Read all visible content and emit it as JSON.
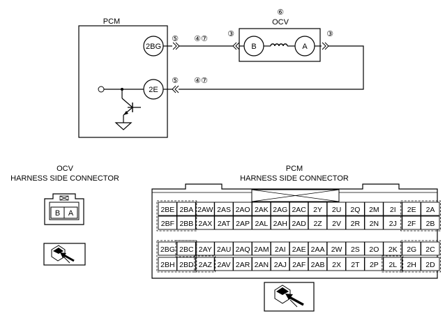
{
  "wiring": {
    "pcm_label": "PCM",
    "ocv_label": "OCV",
    "ocv_ref": "⑥",
    "pins": {
      "t_2bg": "2BG",
      "t_2e": "2E",
      "t_b": "B",
      "t_a": "A"
    },
    "refs": {
      "r5_top": "⑤",
      "r47_top": "④⑦",
      "r3_left": "③",
      "r3_right": "③",
      "r5_bot": "⑤",
      "r47_bot": "④⑦"
    }
  },
  "ocv_connector": {
    "title_line1": "OCV",
    "title_line2": "HARNESS SIDE CONNECTOR",
    "pins": [
      "B",
      "A"
    ],
    "icon": "connector-view-icon"
  },
  "pcm_connector": {
    "title_line1": "PCM",
    "title_line2": "HARNESS SIDE CONNECTOR",
    "icon": "connector-view-icon",
    "rows": [
      [
        "2BE",
        "2BA",
        "2AW",
        "2AS",
        "2AO",
        "2AK",
        "2AG",
        "2AC",
        "2Y",
        "2U",
        "2Q",
        "2M",
        "2I",
        "2E",
        "2A"
      ],
      [
        "2BF",
        "2BB",
        "2AX",
        "2AT",
        "2AP",
        "2AL",
        "2AH",
        "2AD",
        "2Z",
        "2V",
        "2R",
        "2N",
        "2J",
        "2F",
        "2B"
      ],
      [
        "2BG",
        "2BC",
        "2AY",
        "2AU",
        "2AQ",
        "2AM",
        "2AI",
        "2AE",
        "2AA",
        "2W",
        "2S",
        "2O",
        "2K",
        "2G",
        "2C"
      ],
      [
        "2BH",
        "2BD",
        "2AZ",
        "2AV",
        "2AR",
        "2AN",
        "2AJ",
        "2AF",
        "2AB",
        "2X",
        "2T",
        "2P",
        "2L",
        "2H",
        "2D"
      ]
    ]
  }
}
